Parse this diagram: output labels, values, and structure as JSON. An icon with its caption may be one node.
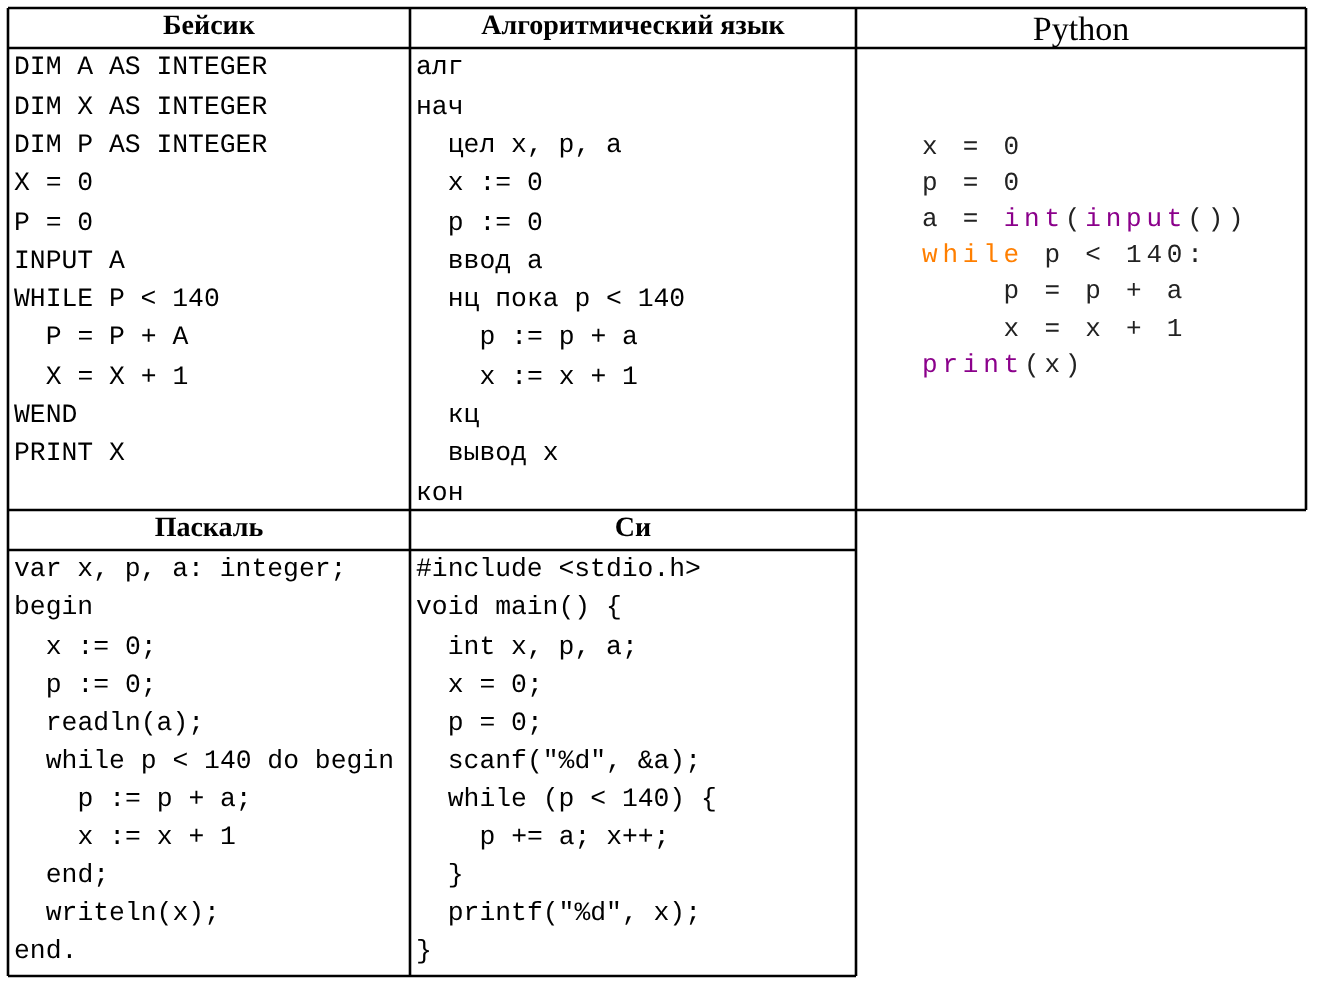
{
  "diagram": {
    "labels": [
      "Бейсик",
      "Алгоритмический язык",
      "Python",
      "DIM A AS INTEGER",
      "DIM X AS INTEGER",
      "DIM P AS INTEGER",
      "X = 0",
      "P = 0",
      "INPUT A",
      "WHILE P < 140",
      "P = P + A",
      "X = X + 1",
      "WEND",
      "PRINT X",
      "алг",
      "нач",
      "цел x, p, a",
      "x := 0",
      "p := 0",
      "ввод a",
      "нц пока p < 140",
      "p := p + a",
      "x := x + 1",
      "кц",
      "вывод x",
      "кон",
      "x = 0",
      "p = 0",
      "a = int(input())",
      "while p < 140:",
      "p = p + a",
      "x = x + 1",
      "print(x)",
      "Паскаль",
      "Си",
      "var x, p, a: integer;",
      "begin",
      "x := 0;",
      "p := 0;",
      "readln(a);",
      "while p < 140 do begin",
      "p := p + a;",
      "x := x + 1",
      "end;",
      "writeln(x);",
      "end.",
      "#include <stdio.h>",
      "void main() {",
      "int x, p, a;",
      "x = 0;",
      "p = 0;",
      "scanf(\"%d\", &a);",
      "while (p < 140) {",
      "p += a; x++;",
      "}",
      "printf(\"%d\", x);",
      "}"
    ]
  }
}
